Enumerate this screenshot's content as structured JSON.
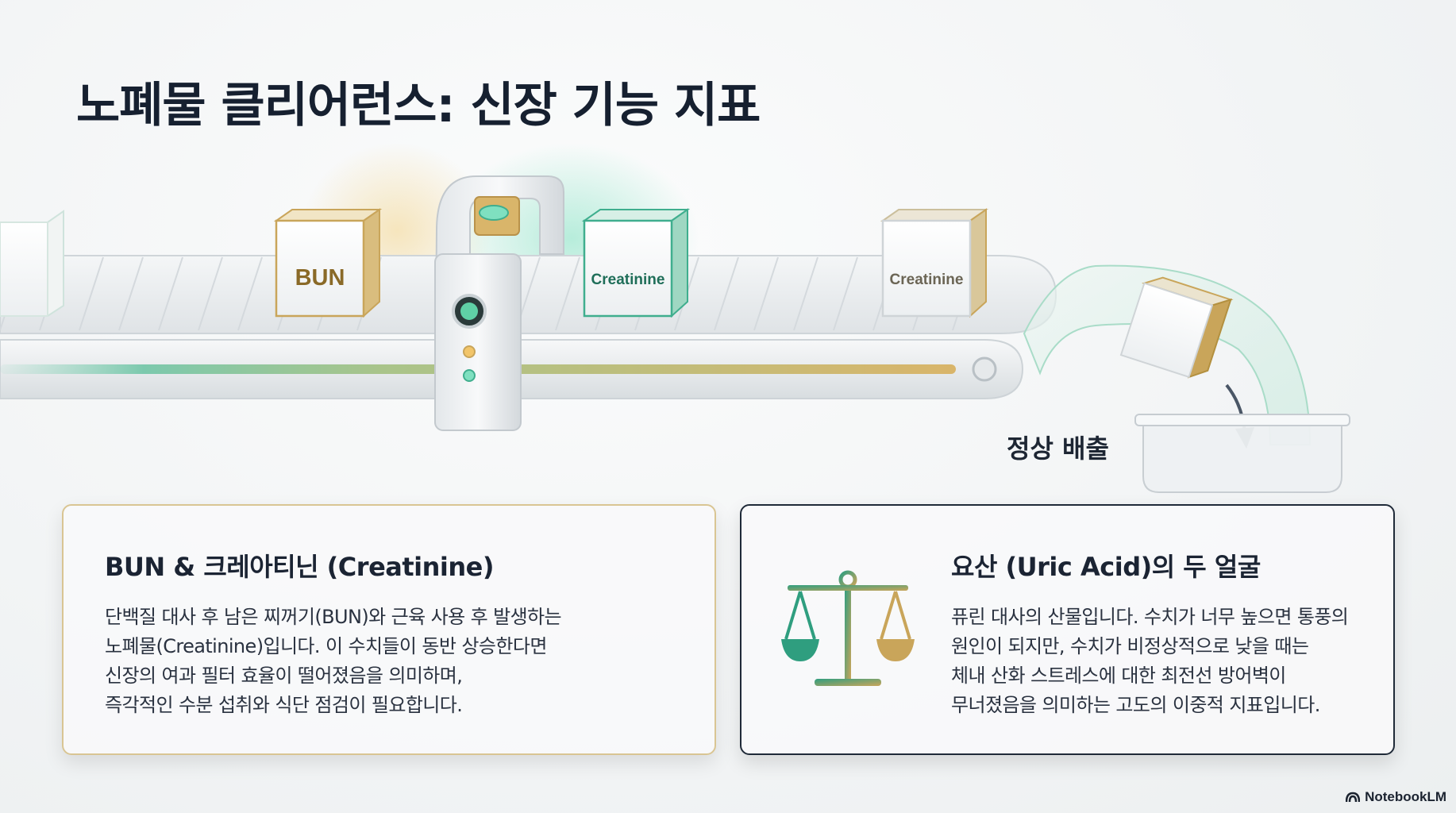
{
  "title": "노폐물 클리어런스: 신장 기능 지표",
  "conveyor": {
    "boxes": [
      "BUN",
      "Creatinine",
      "Creatinine"
    ],
    "output_label": "정상 배출"
  },
  "cards": [
    {
      "title": "BUN & 크레아티닌 (Creatinine)",
      "lines": [
        "단백질 대사 후 남은 찌꺼기(BUN)와 근육 사용 후 발생하는",
        "노폐물(Creatinine)입니다. 이 수치들이 동반 상승한다면",
        "신장의 여과 필터 효율이 떨어졌음을 의미하며,",
        "즉각적인 수분 섭취와 식단 점검이 필요합니다."
      ]
    },
    {
      "title": "요산 (Uric Acid)의 두 얼굴",
      "lines": [
        "퓨린 대사의 산물입니다. 수치가 너무 높으면 통풍의",
        "원인이 되지만, 수치가 비정상적으로 낮을 때는",
        "체내 산화 스트레스에 대한 최전선 방어벽이",
        "무너졌음을 의미하는 고도의 이중적 지표입니다."
      ],
      "icon": "balance-scale-icon"
    }
  ],
  "brand": "NotebookLM",
  "colors": {
    "gold": "#c9a55a",
    "teal": "#3fae8e",
    "dark": "#1b2433"
  }
}
